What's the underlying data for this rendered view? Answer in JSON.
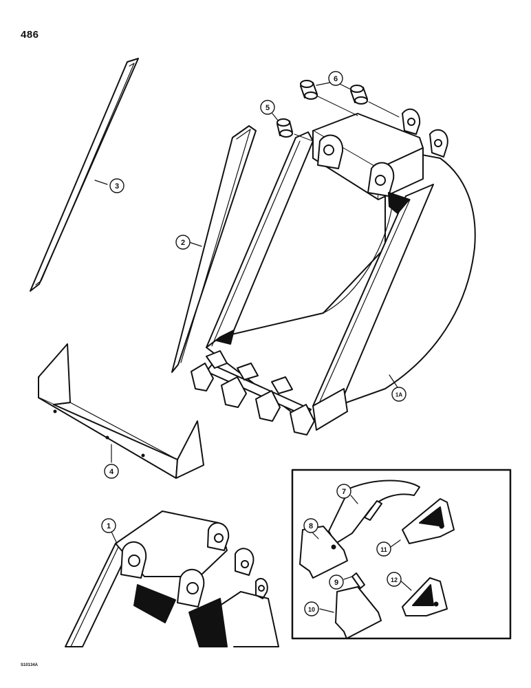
{
  "page": {
    "number": "486",
    "figure_code": "S10134A"
  },
  "callouts": {
    "c1": "1",
    "c1a": "1A",
    "c2": "2",
    "c3": "3",
    "c4": "4",
    "c5": "5",
    "c6": "6",
    "c7": "7",
    "c8": "8",
    "c9": "9",
    "c10": "10",
    "c11": "11",
    "c12": "12"
  },
  "colors": {
    "ink": "#111111",
    "paper": "#ffffff"
  }
}
